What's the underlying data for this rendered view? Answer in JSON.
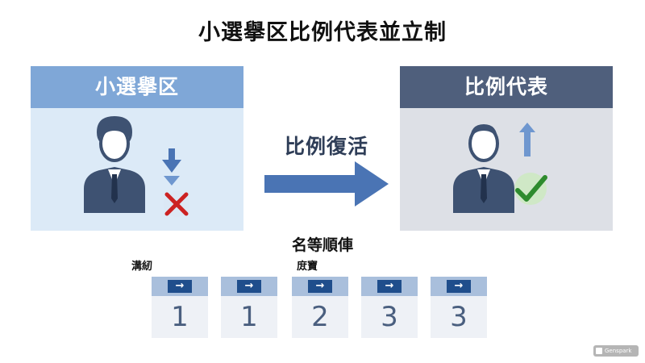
{
  "title": "小選擧区比例代表並立制",
  "left_panel": {
    "header": "小選擧区"
  },
  "right_panel": {
    "header": "比例代表"
  },
  "arrow_label": "比例復活",
  "ranking": {
    "title": "名等順俥",
    "left_label": "溝紉",
    "mid_label": "庻寶",
    "cards": [
      {
        "number": "1",
        "icon": "right-arrow-icon"
      },
      {
        "number": "1",
        "icon": "right-arrow-icon"
      },
      {
        "number": "2",
        "icon": "right-arrow-icon"
      },
      {
        "number": "3",
        "icon": "right-arrow-icon"
      },
      {
        "number": "3",
        "icon": "right-arrow-icon"
      }
    ]
  },
  "colors": {
    "left_header": "#7fa7d7",
    "left_body": "#dceaf7",
    "right_header": "#4f5f7c",
    "right_body": "#dde0e6",
    "person": "#3e5272",
    "arrow": "#4a74b4",
    "cross": "#cc2222",
    "check": "#2e8b2e"
  },
  "watermark": "Genspark"
}
